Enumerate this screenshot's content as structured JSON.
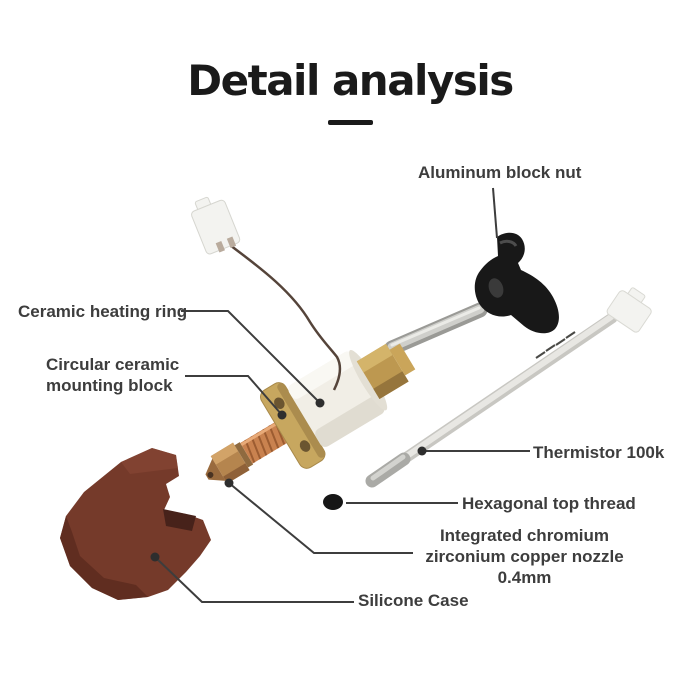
{
  "title": {
    "text": "Detail analysis"
  },
  "labels": {
    "aluminum_block_nut": "Aluminum block nut",
    "ceramic_heating_ring": "Ceramic heating ring",
    "mounting_block": "Circular ceramic mounting block",
    "thermistor": "Thermistor 100k",
    "hex_top_thread": "Hexagonal top thread",
    "nozzle": "Integrated chromium zirconium copper nozzle 0.4mm",
    "silicone_case": "Silicone Case"
  },
  "colors": {
    "background": "#ffffff",
    "title_text": "#1a1a1a",
    "label_text": "#3d3d3d",
    "callout_line": "#3d3d3d",
    "silicone_brown": "#753a2a",
    "silicone_shadow": "#5a2a1e",
    "aluminum_black": "#181818",
    "brass": "#c7a75f",
    "brass_dark": "#96753c",
    "copper": "#c9824f",
    "ceramic_white": "#f1eee6",
    "metal_silver": "#aaaaa6",
    "wire_brown": "#55443a",
    "connector_white": "#f3f3f0"
  }
}
